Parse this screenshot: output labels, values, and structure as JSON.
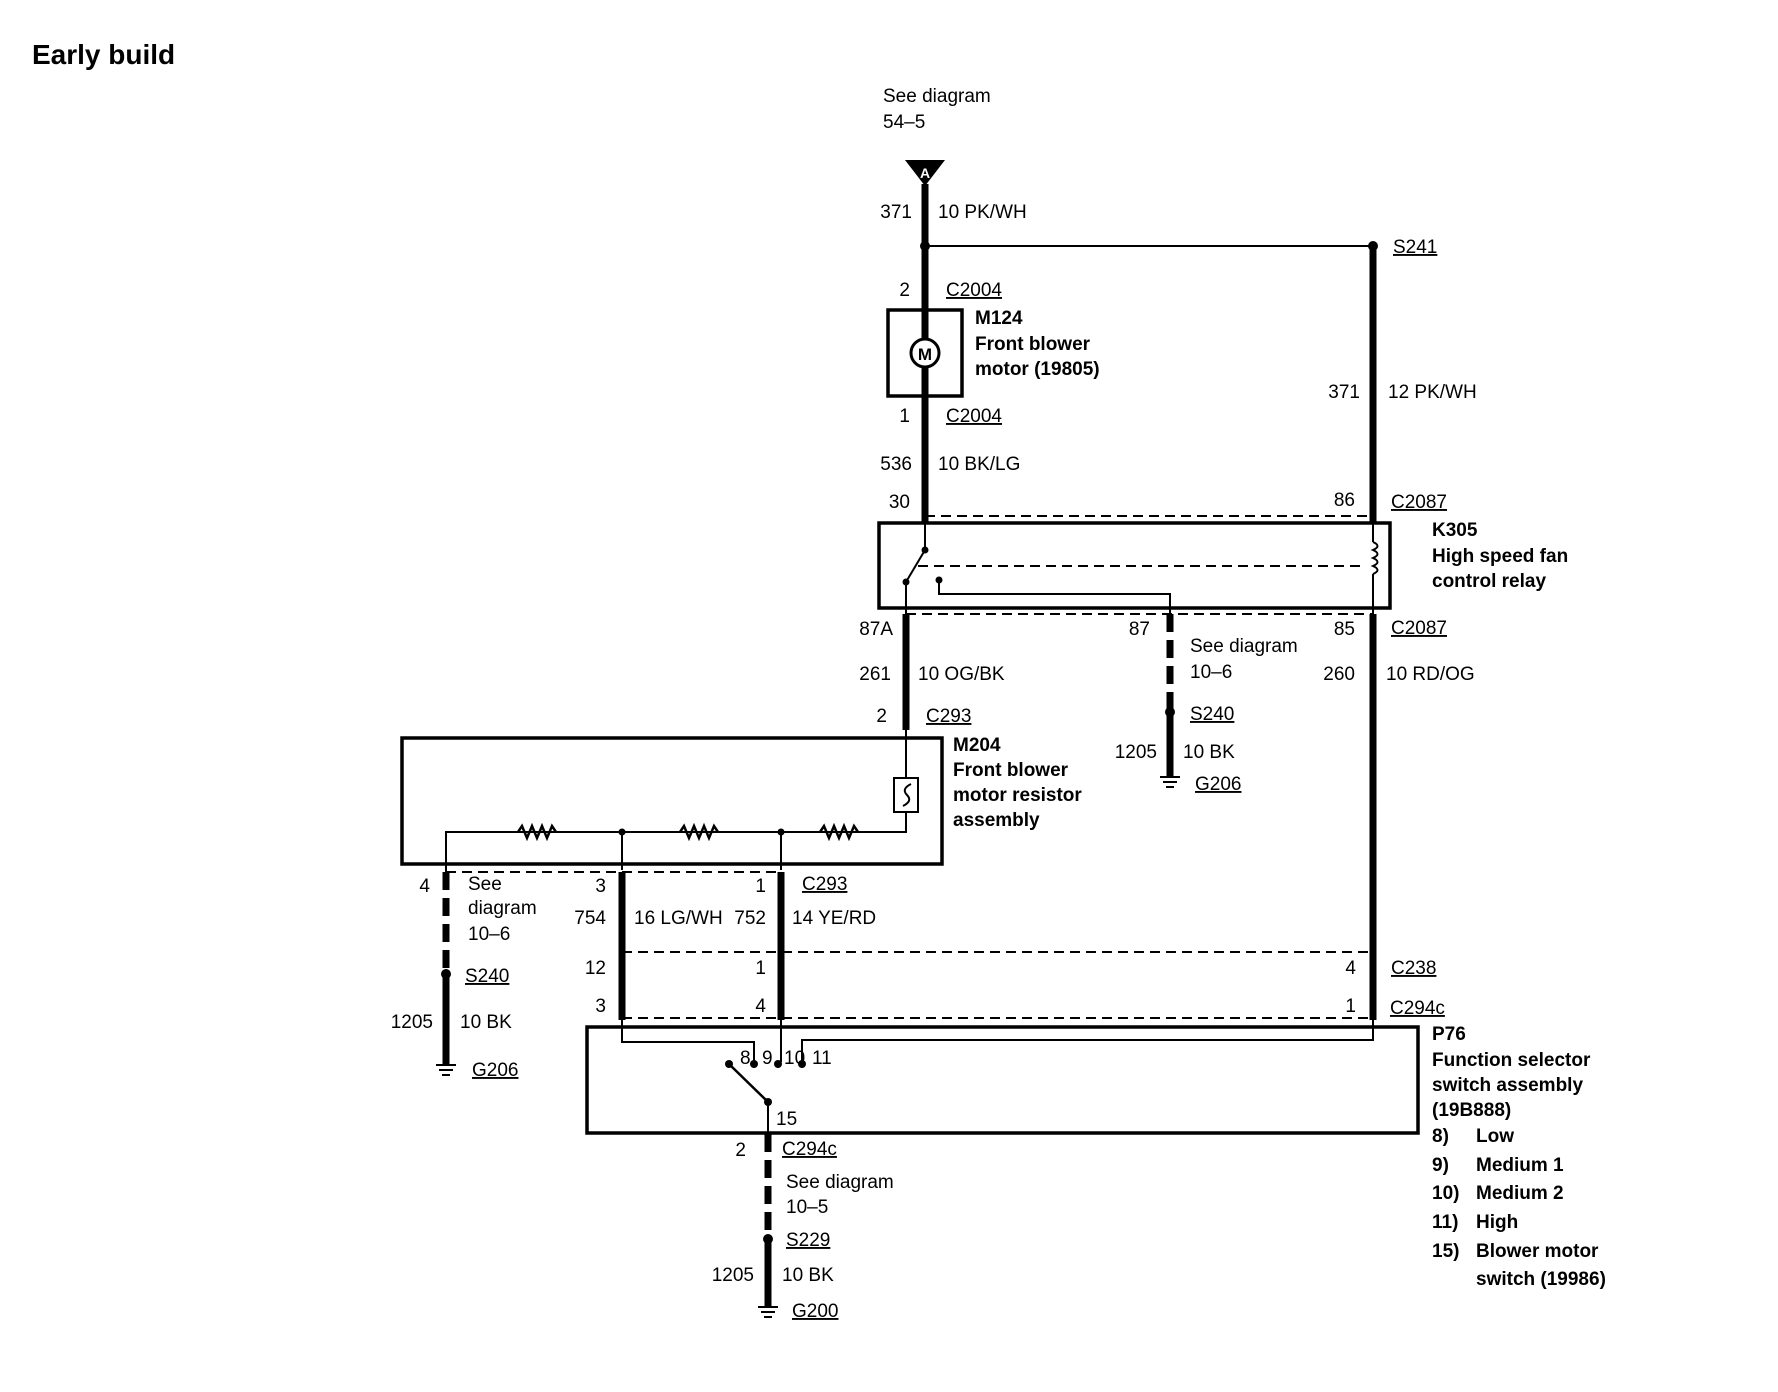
{
  "title": "Early build",
  "connector_a": {
    "letter": "A",
    "ref_line1": "See diagram",
    "ref_line2": "54–5"
  },
  "wires": {
    "w371_top": {
      "circuit": "371",
      "gauge_color": "10 PK/WH"
    },
    "w371_right": {
      "circuit": "371",
      "gauge_color": "12 PK/WH"
    },
    "w536": {
      "circuit": "536",
      "gauge_color": "10 BK/LG"
    },
    "w261": {
      "circuit": "261",
      "gauge_color": "10 OG/BK"
    },
    "w260": {
      "circuit": "260",
      "gauge_color": "10 RD/OG"
    },
    "w1205_relay": {
      "circuit": "1205",
      "gauge_color": "10 BK"
    },
    "w754": {
      "circuit": "754",
      "gauge_color": "16 LG/WH"
    },
    "w752": {
      "circuit": "752",
      "gauge_color": "14 YE/RD"
    },
    "w1205_left": {
      "circuit": "1205",
      "gauge_color": "10 BK"
    },
    "w1205_bottom": {
      "circuit": "1205",
      "gauge_color": "10 BK"
    }
  },
  "splices": {
    "s241": "S241",
    "s240_relay": "S240",
    "s240_left": "S240",
    "s229": "S229"
  },
  "grounds": {
    "g206_relay": "G206",
    "g206_left": "G206",
    "g200": "G200"
  },
  "connectors": {
    "c2004_top": {
      "name": "C2004",
      "pin": "2"
    },
    "c2004_bottom": {
      "name": "C2004",
      "pin": "1"
    },
    "c2087_top": {
      "name": "C2087",
      "pin_left": "30",
      "pin_right": "86"
    },
    "c2087_bottom": {
      "name": "C2087",
      "pin_left": "87A",
      "pin_mid": "87",
      "pin_right": "85"
    },
    "c293_top": {
      "name": "C293",
      "pin": "2"
    },
    "c293_bottom": {
      "name": "C293",
      "pin_left": "4",
      "pin_mid": "3",
      "pin_right": "1"
    },
    "c238": {
      "name": "C238",
      "pin_left": "12",
      "pin_mid": "1",
      "pin_right": "4"
    },
    "c294c_top": {
      "name": "C294c",
      "pin_left": "3",
      "pin_mid": "4",
      "pin_right": "1"
    },
    "c294c_bottom": {
      "name": "C294c",
      "pin": "2"
    }
  },
  "components": {
    "m124": {
      "id": "M124",
      "line1": "Front blower",
      "line2": "motor (19805)",
      "symbol": "M"
    },
    "k305": {
      "id": "K305",
      "line1": "High speed fan",
      "line2": "control relay"
    },
    "m204": {
      "id": "M204",
      "line1": "Front blower",
      "line2": "motor resistor",
      "line3": "assembly"
    },
    "p76": {
      "id": "P76",
      "line1": "Function selector",
      "line2": "switch assembly",
      "line3": "(19B888)",
      "legend": [
        {
          "num": "8)",
          "text": "Low"
        },
        {
          "num": "9)",
          "text": "Medium 1"
        },
        {
          "num": "10)",
          "text": "Medium 2"
        },
        {
          "num": "11)",
          "text": "High"
        },
        {
          "num": "15)",
          "text": "Blower motor"
        }
      ],
      "legend_cont": "switch (19986)",
      "pins": {
        "p8": "8",
        "p9": "9",
        "p10": "10",
        "p11": "11",
        "p15": "15"
      }
    }
  },
  "refs": {
    "relay_87": {
      "line1": "See diagram",
      "line2": "10–6"
    },
    "left_4": {
      "line1": "See",
      "line2": "diagram",
      "line3": "10–6"
    },
    "bottom_2": {
      "line1": "See diagram",
      "line2": "10–5"
    }
  }
}
